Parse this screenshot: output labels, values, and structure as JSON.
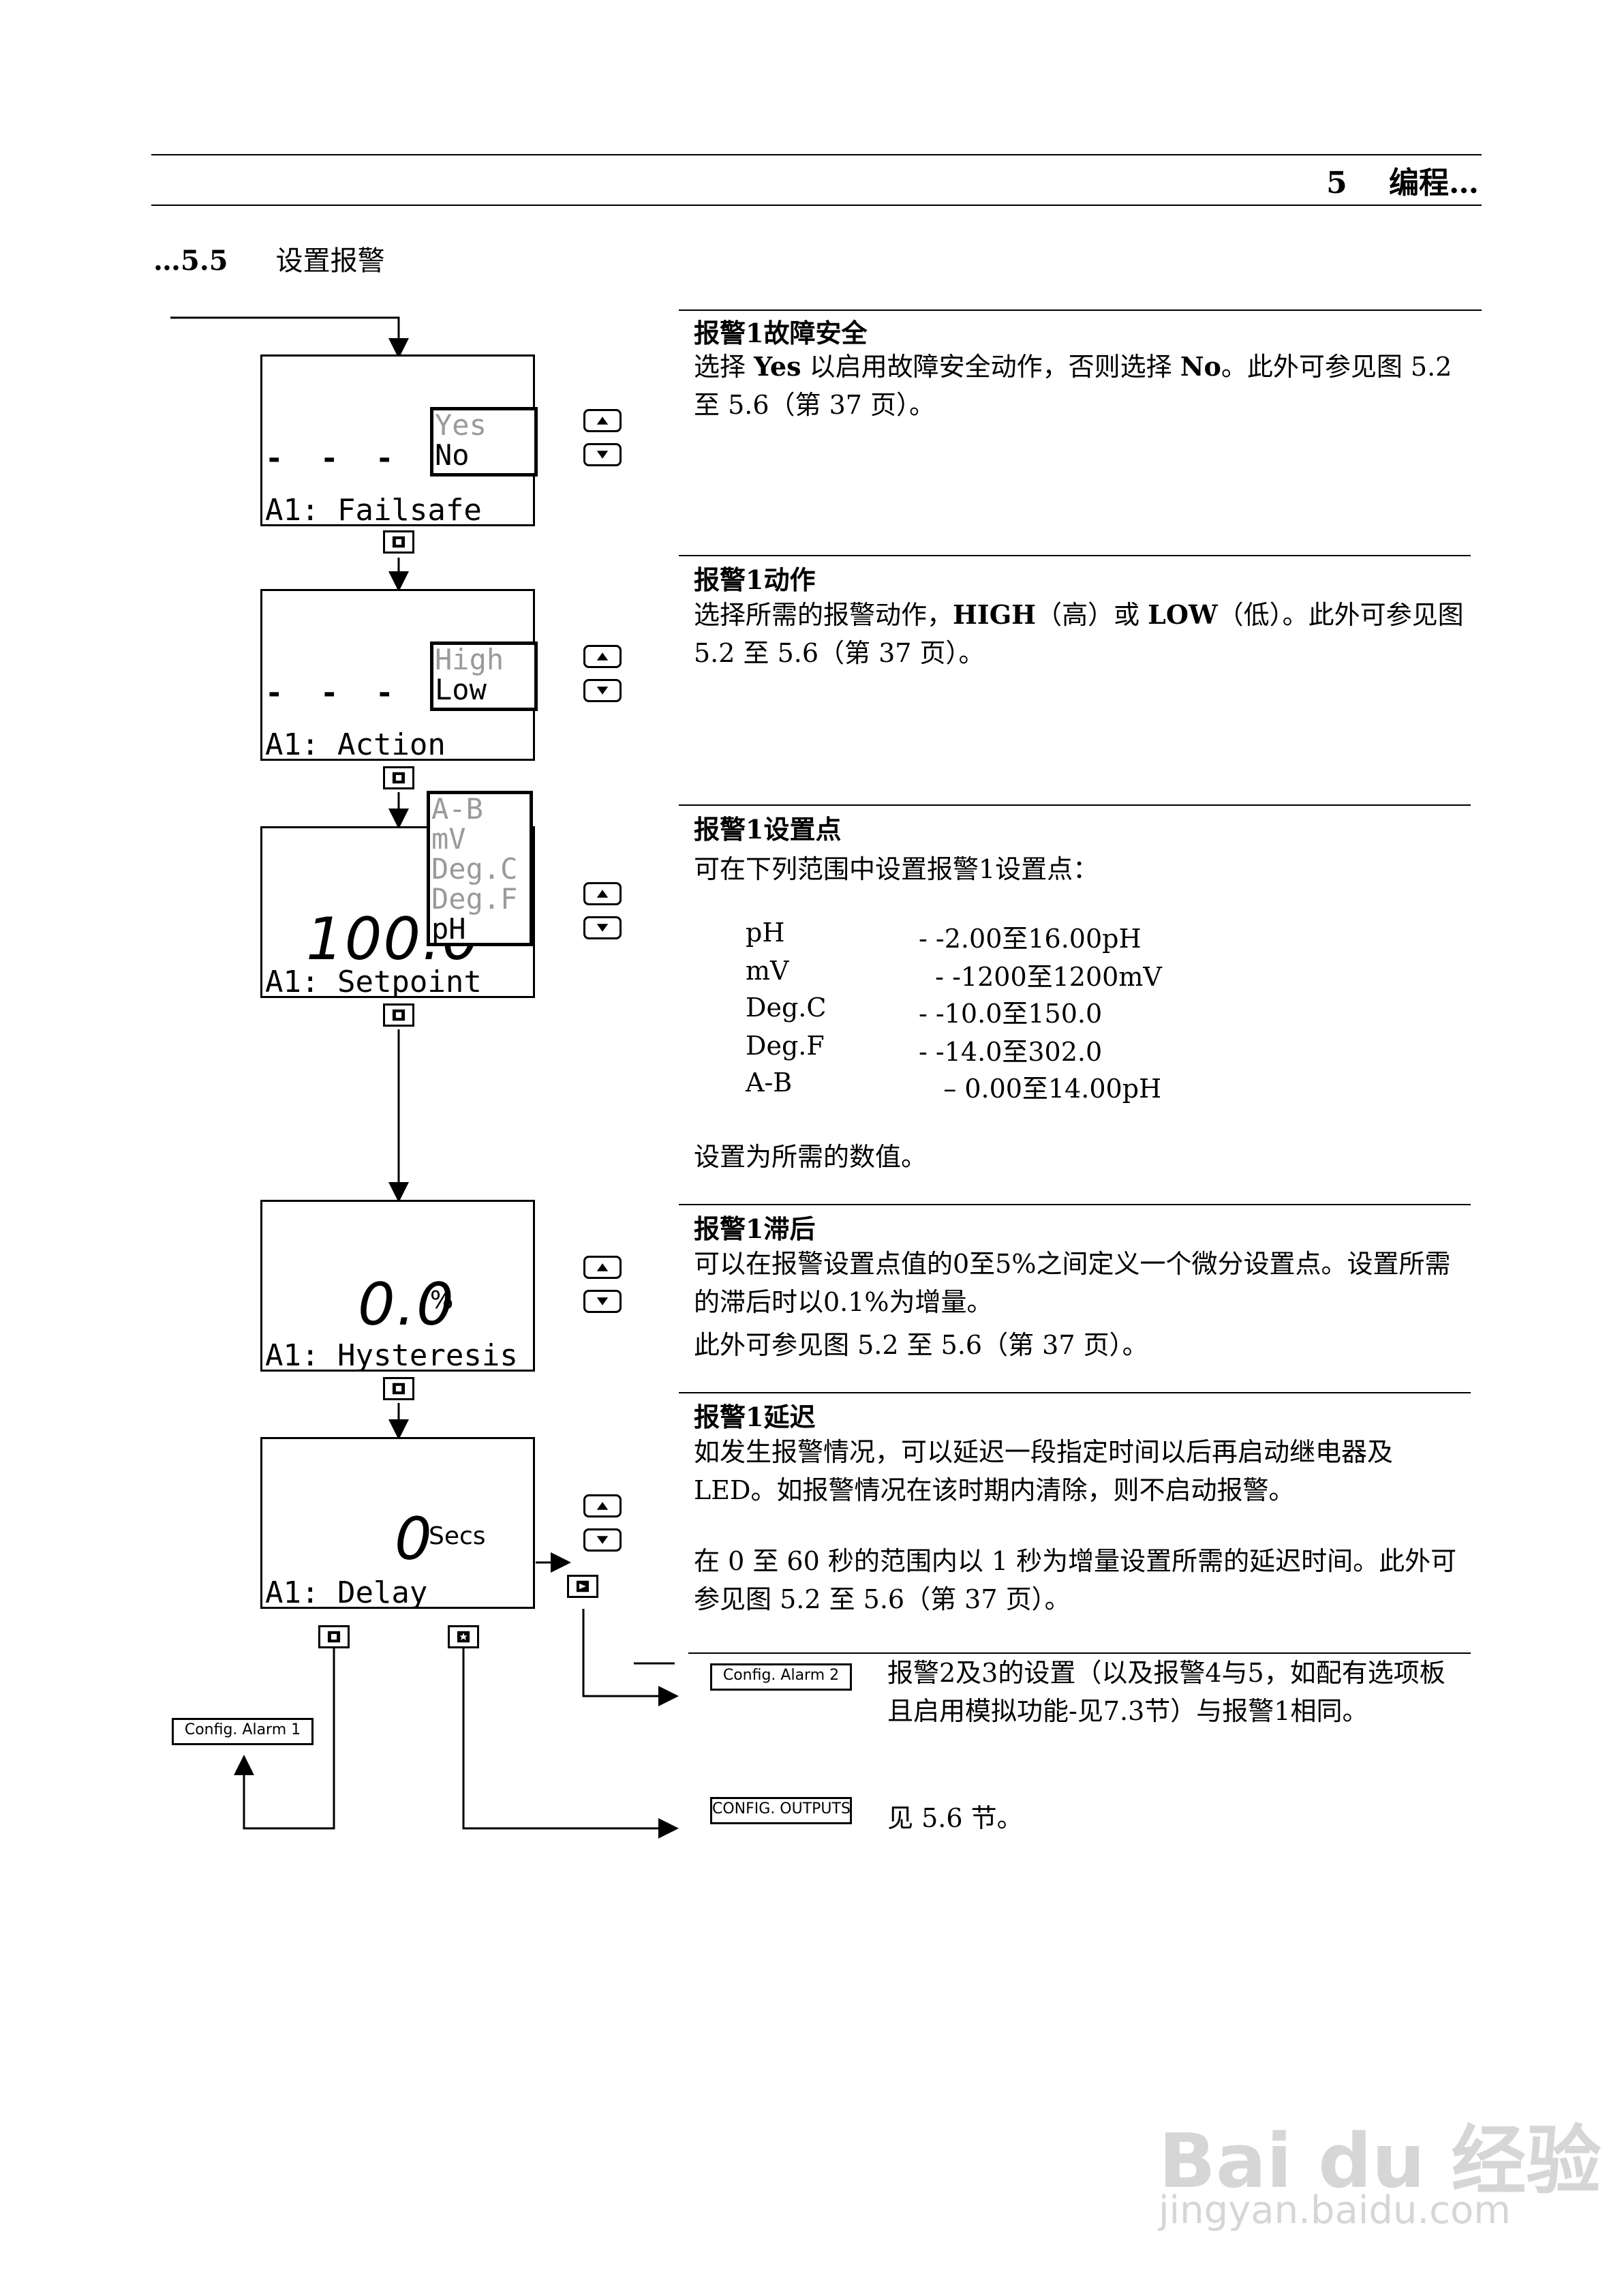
{
  "header": {
    "chapter": "5",
    "chapter_title": "编程…"
  },
  "section": {
    "number": "…5.5",
    "title": "设置报警"
  },
  "screens": {
    "failsafe": {
      "dashes": "- - - - -",
      "options": [
        "Yes",
        "No"
      ],
      "selected": "No",
      "label": "A1: Failsafe"
    },
    "action": {
      "dashes": "- - - - -",
      "options": [
        "High",
        "Low"
      ],
      "selected": "Low",
      "label": "A1: Action"
    },
    "setpoint": {
      "value": "100.0",
      "options": [
        "A-B",
        "mV",
        "Deg.C",
        "Deg.F",
        "pH"
      ],
      "selected": "pH",
      "label": "A1: Setpoint"
    },
    "hysteresis": {
      "value": "0.0",
      "unit": "%",
      "label": "A1: Hysteresis"
    },
    "delay": {
      "value": "0",
      "unit": "Secs",
      "label": "A1: Delay"
    }
  },
  "menus": {
    "config_alarm_1": "Config. Alarm 1",
    "config_alarm_2": "Config. Alarm 2",
    "config_outputs": "CONFIG. OUTPUTS"
  },
  "panes": {
    "failsafe": {
      "title": "报警1故障安全",
      "p1": "选择",
      "yes": "Yes",
      "p2": "以启用故障安全动作，否则选择",
      "no": "No",
      "p3": "。此外可参见图 5.2 至 5.6（第 37 页）。"
    },
    "action": {
      "title": "报警1动作",
      "p1": "选择所需的报警动作，",
      "high": "HIGH",
      "p2": "（高）或",
      "low": "LOW",
      "p3": "（低）。此外可参见图 5.2 至 5.6（第 37 页）。"
    },
    "setpoint": {
      "title": "报警1设置点",
      "intro": "可在下列范围中设置报警1设置点：",
      "ranges": [
        {
          "unit": "pH",
          "range": "- -2.00至16.00pH"
        },
        {
          "unit": "mV",
          "range": "  - -1200至1200mV"
        },
        {
          "unit": "Deg.C",
          "range": "- -10.0至150.0"
        },
        {
          "unit": "Deg.F",
          "range": "- -14.0至302.0"
        },
        {
          "unit": "A-B",
          "range": "   – 0.00至14.00pH"
        }
      ],
      "outro": "设置为所需的数值。"
    },
    "hysteresis": {
      "title": "报警1滞后",
      "text": "可以在报警设置点值的0至5%之间定义一个微分设置点。设置所需的滞后时以0.1%为增量。",
      "ref": "此外可参见图 5.2 至 5.6（第 37 页）。"
    },
    "delay": {
      "title": "报警1延迟",
      "text": "如发生报警情况，可以延迟一段指定时间以后再启动继电器及LED。如报警情况在该时期内清除，则不启动报警。",
      "text2": "在 0 至 60 秒的范围内以 1 秒为增量设置所需的延迟时间。此外可参见图 5.2 至 5.6（第 37 页）。"
    },
    "alarm2": {
      "text": "报警2及3的设置（以及报警4与5，如配有选项板且启用模拟功能-见7.3节）与报警1相同。"
    },
    "outputs": {
      "text": "见 5.6 节。"
    }
  },
  "watermark": {
    "logo": "Bai du 经验",
    "url": "jingyan.baidu.com"
  }
}
